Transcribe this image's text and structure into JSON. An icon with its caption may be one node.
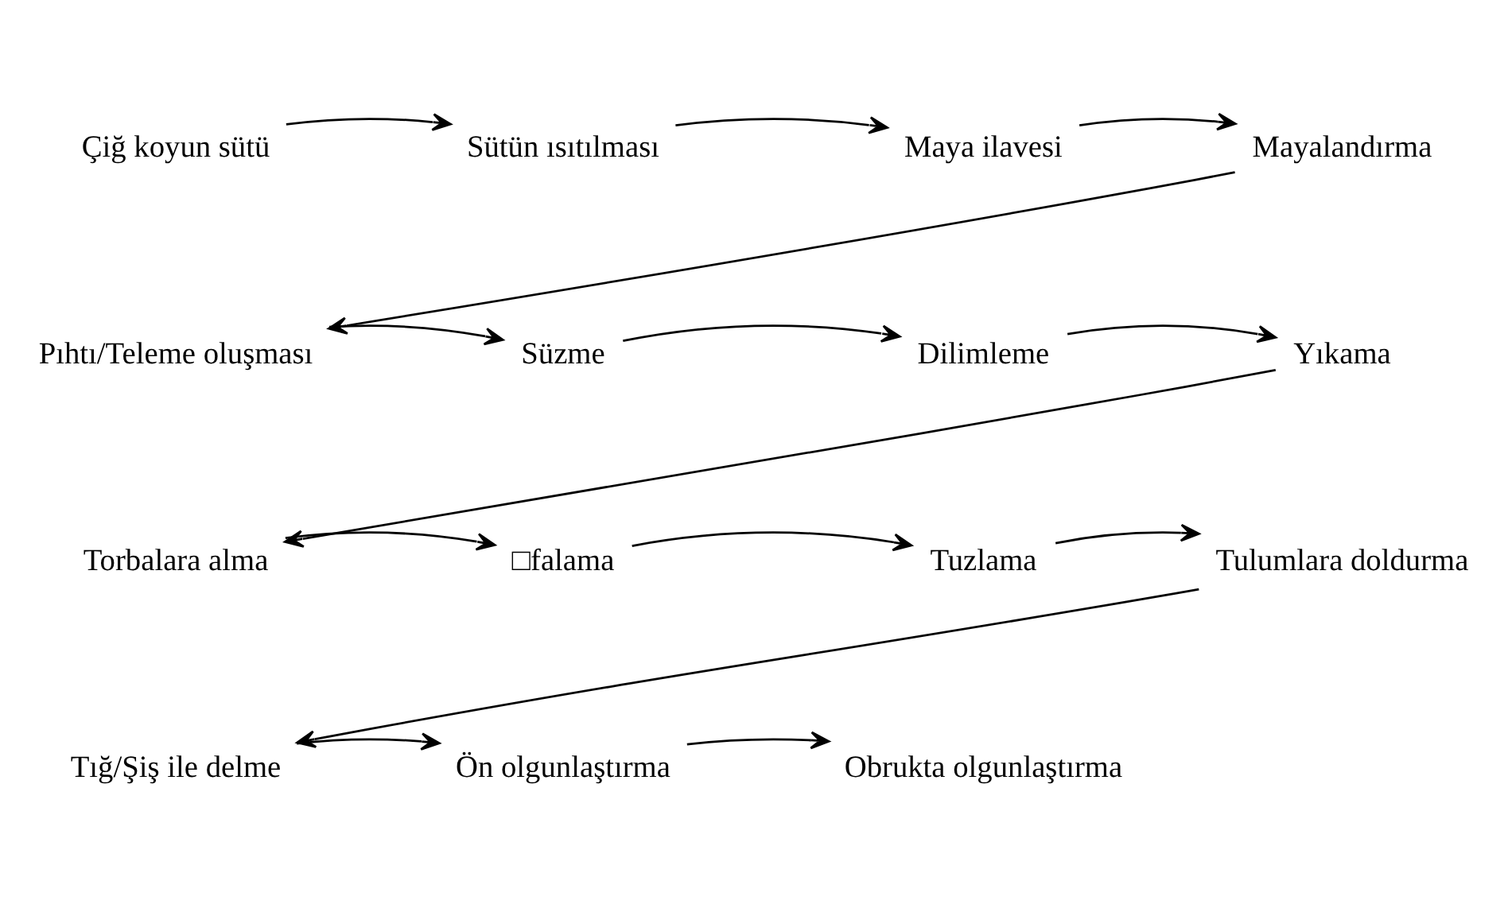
{
  "diagram": {
    "nodes": [
      {
        "text": [
          "Çiğ koyun sütü"
        ]
      },
      {
        "text": [
          "Sütün ısıtılması"
        ]
      },
      {
        "text": [
          "Maya ilavesi"
        ]
      },
      {
        "text": [
          "Mayalandırma"
        ]
      },
      {
        "text": [
          "Pıhtı/Teleme oluşması"
        ]
      },
      {
        "text": [
          "Süzme"
        ]
      },
      {
        "text": [
          "Dilimleme"
        ]
      },
      {
        "text": [
          "Yıkama"
        ]
      },
      {
        "text": [
          "Torbalara alma"
        ]
      },
      {
        "text": [
          "□falama"
        ]
      },
      {
        "text": [
          "Tuzlama"
        ]
      },
      {
        "text": [
          "Tulumlara doldurma"
        ]
      },
      {
        "text": [
          "Tığ/Şiş ile delme"
        ]
      },
      {
        "text": [
          "Ön olgunlaştırma"
        ]
      },
      {
        "text": [
          "Obrukta olgunlaştırma"
        ]
      }
    ],
    "edges": [
      {
        "from": 0,
        "to": 1,
        "arrow": "to"
      },
      {
        "from": 1,
        "to": 2,
        "arrow": "to"
      },
      {
        "from": 2,
        "to": 3,
        "arrow": "to"
      },
      {
        "from": 3,
        "to": 4,
        "arrow": "to"
      },
      {
        "from": 4,
        "to": 5,
        "arrow": "to"
      },
      {
        "from": 5,
        "to": 6,
        "arrow": "to"
      },
      {
        "from": 6,
        "to": 7,
        "arrow": "to"
      },
      {
        "from": 7,
        "to": 8,
        "arrow": "to"
      },
      {
        "from": 8,
        "to": 9,
        "arrow": "to"
      },
      {
        "from": 9,
        "to": 10,
        "arrow": "to"
      },
      {
        "from": 10,
        "to": 11,
        "arrow": "to"
      },
      {
        "from": 11,
        "to": 12,
        "arrow": "to"
      },
      {
        "from": 12,
        "to": 13,
        "arrow": "to"
      },
      {
        "from": 13,
        "to": 14,
        "arrow": "to"
      }
    ]
  }
}
